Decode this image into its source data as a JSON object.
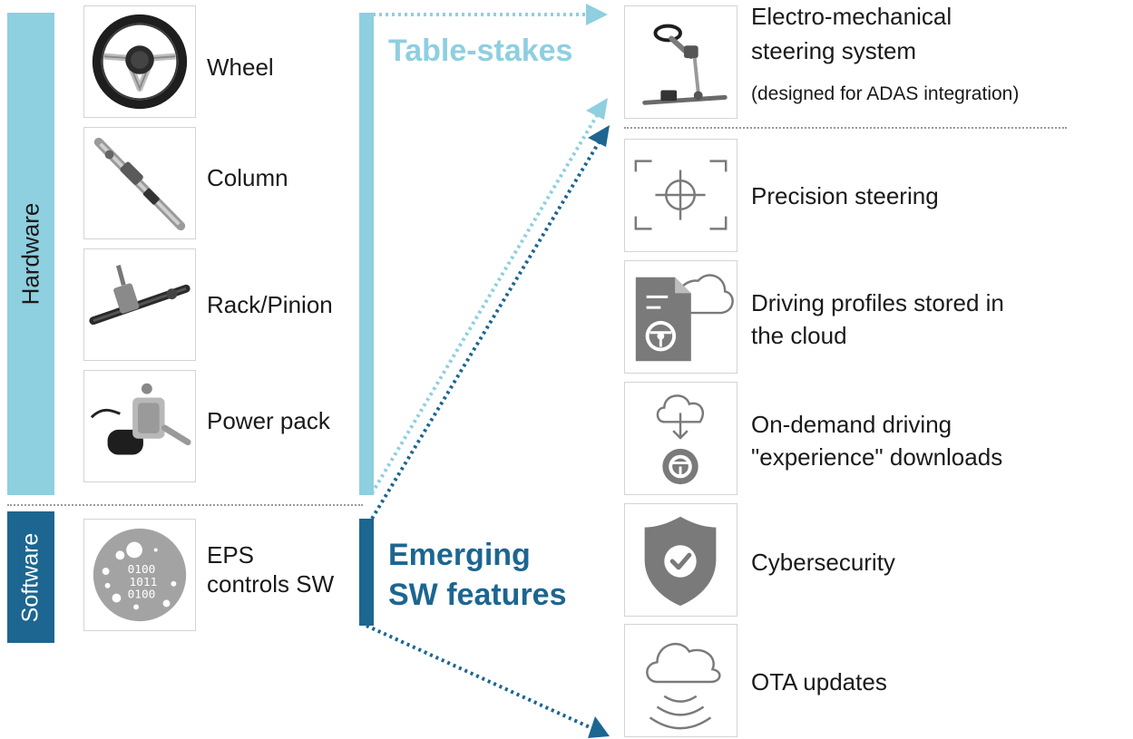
{
  "categories": {
    "hardware": "Hardware",
    "software": "Software"
  },
  "hardware_items": [
    {
      "label": "Wheel",
      "icon": "steering-wheel-photo"
    },
    {
      "label": "Column",
      "icon": "steering-column-photo"
    },
    {
      "label": "Rack/Pinion",
      "icon": "rack-pinion-photo"
    },
    {
      "label": "Power pack",
      "icon": "power-pack-photo"
    }
  ],
  "software_item": {
    "label_line1": "EPS",
    "label_line2": "controls SW",
    "icon": "binary-code-icon",
    "code": [
      "0100",
      "1011",
      "0100"
    ]
  },
  "groups": {
    "table_stakes": "Table-stakes",
    "emerging_line1": "Emerging",
    "emerging_line2": "SW features"
  },
  "table_stakes_item": {
    "line1": "Electro-mechanical",
    "line2": "steering system",
    "note": "(designed for ADAS integration)",
    "icon": "steering-system-photo"
  },
  "features": [
    {
      "line1": "Precision steering",
      "line2": "",
      "icon": "crosshair-icon"
    },
    {
      "line1": "Driving profiles stored in",
      "line2": "the cloud",
      "icon": "cloud-document-icon"
    },
    {
      "line1": "On-demand driving",
      "line2": "\"experience\" downloads",
      "icon": "cloud-download-icon"
    },
    {
      "line1": "Cybersecurity",
      "line2": "",
      "icon": "shield-check-icon"
    },
    {
      "line1": "OTA updates",
      "line2": "",
      "icon": "cloud-wireless-icon"
    }
  ],
  "colors": {
    "light_blue": "#8ecfe0",
    "dark_blue": "#1c6691",
    "icon_gray": "#7a7a7a",
    "separator": "#9a9a9a"
  }
}
